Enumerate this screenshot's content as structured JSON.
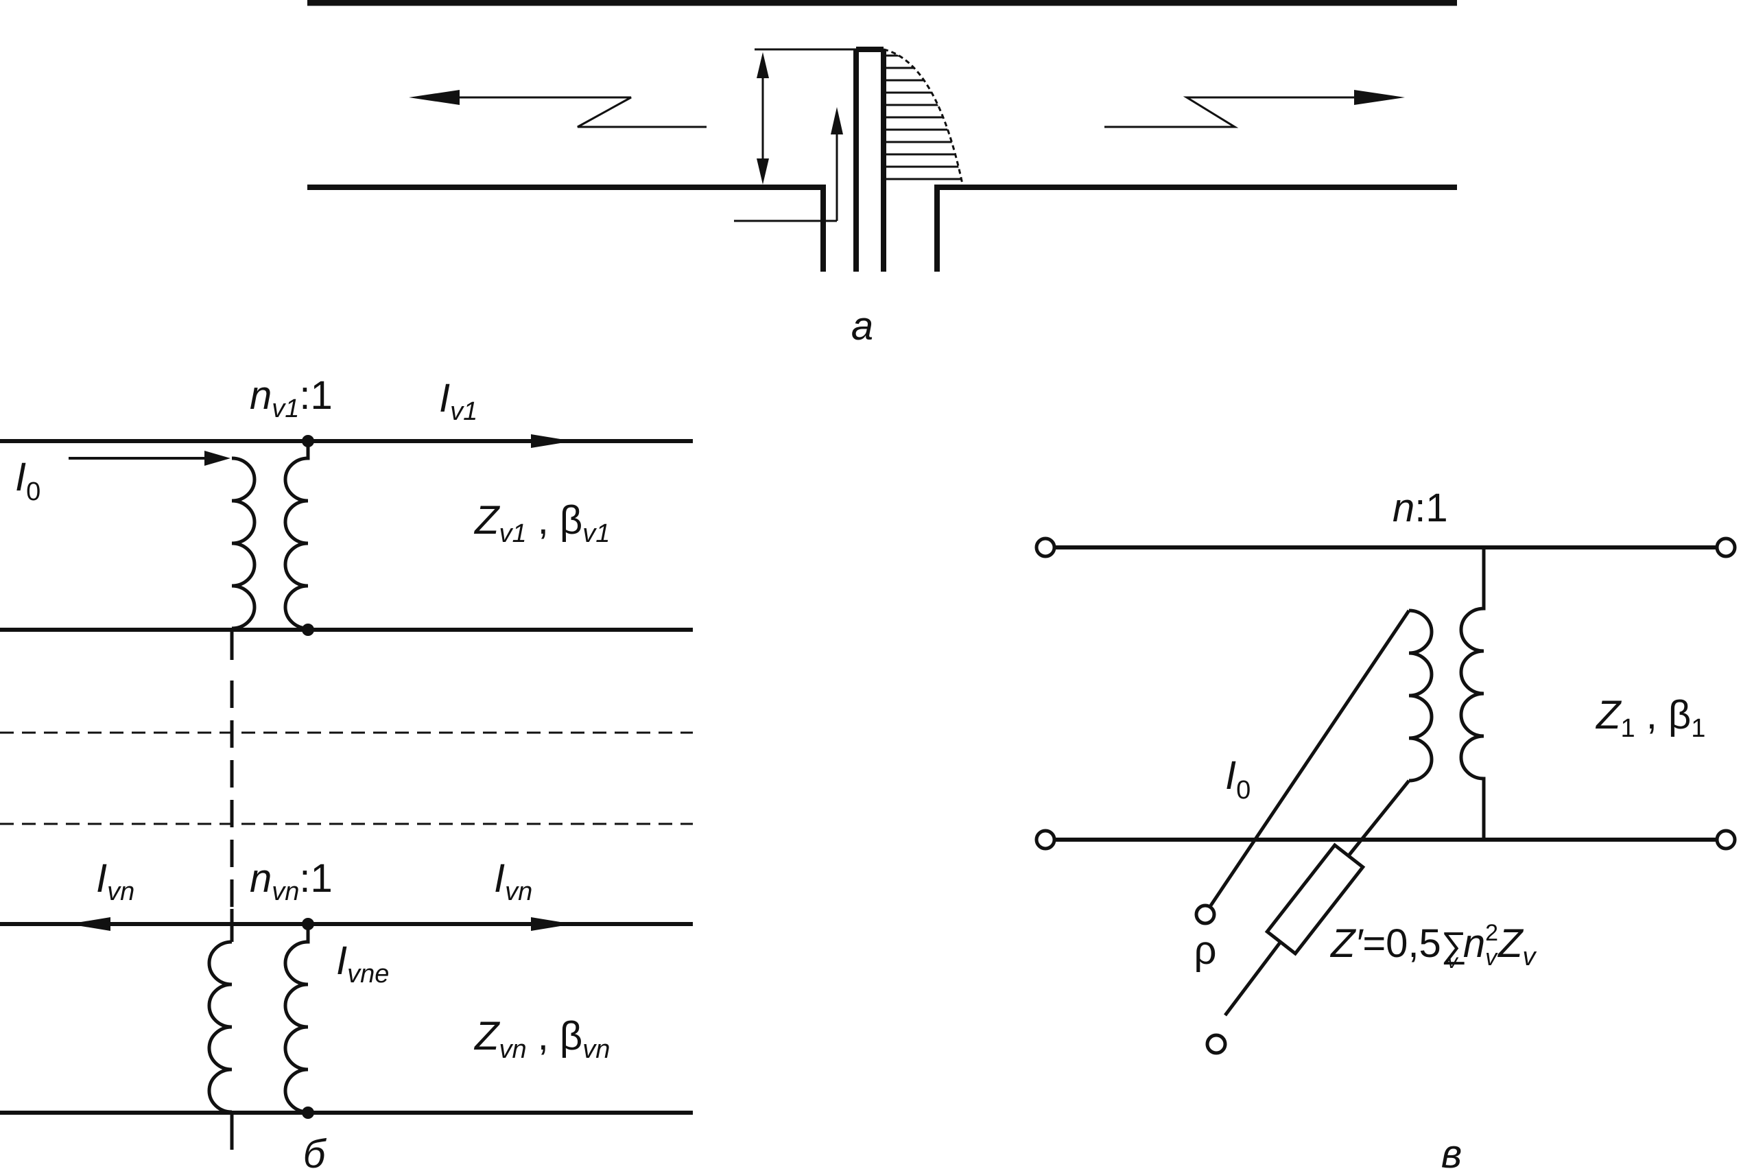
{
  "panel_a": {
    "label": "а"
  },
  "panel_b": {
    "label": "б",
    "top_ratio": {
      "sym": "n",
      "sub": "v1",
      "suffix": ":1"
    },
    "top_current": {
      "sym": "I",
      "sub": "v1"
    },
    "source_current": {
      "sym": "I",
      "sub": "0"
    },
    "top_params": {
      "z": "Z",
      "zsub": "v1",
      "sep": " , ",
      "b": "β",
      "bsub": "v1"
    },
    "bottom_ratio": {
      "sym": "n",
      "sub": "vn",
      "suffix": ":1"
    },
    "bottom_current_left": {
      "sym": "I",
      "sub": "vn"
    },
    "bottom_current_right": {
      "sym": "I",
      "sub": "vn"
    },
    "bottom_coil_current": {
      "sym": "I",
      "sub": "vne"
    },
    "bottom_params": {
      "z": "Z",
      "zsub": "vn",
      "sep": " , ",
      "b": "β",
      "bsub": "vn"
    }
  },
  "panel_c": {
    "label": "в",
    "ratio": {
      "sym": "n",
      "suffix": ":1"
    },
    "params": {
      "z": "Z",
      "zsub": "1",
      "sep": " , ",
      "b": "β",
      "bsub": "1"
    },
    "source_current": {
      "sym": "I",
      "sub": "0"
    },
    "rho": "ρ",
    "impedance": {
      "z": "Z′",
      "eq": "=0,5",
      "sum": "∑",
      "sumsub": "v",
      "n": "n",
      "nsub": "v",
      "nsup": "2",
      "z2": "Z",
      "z2sub": "v"
    }
  }
}
